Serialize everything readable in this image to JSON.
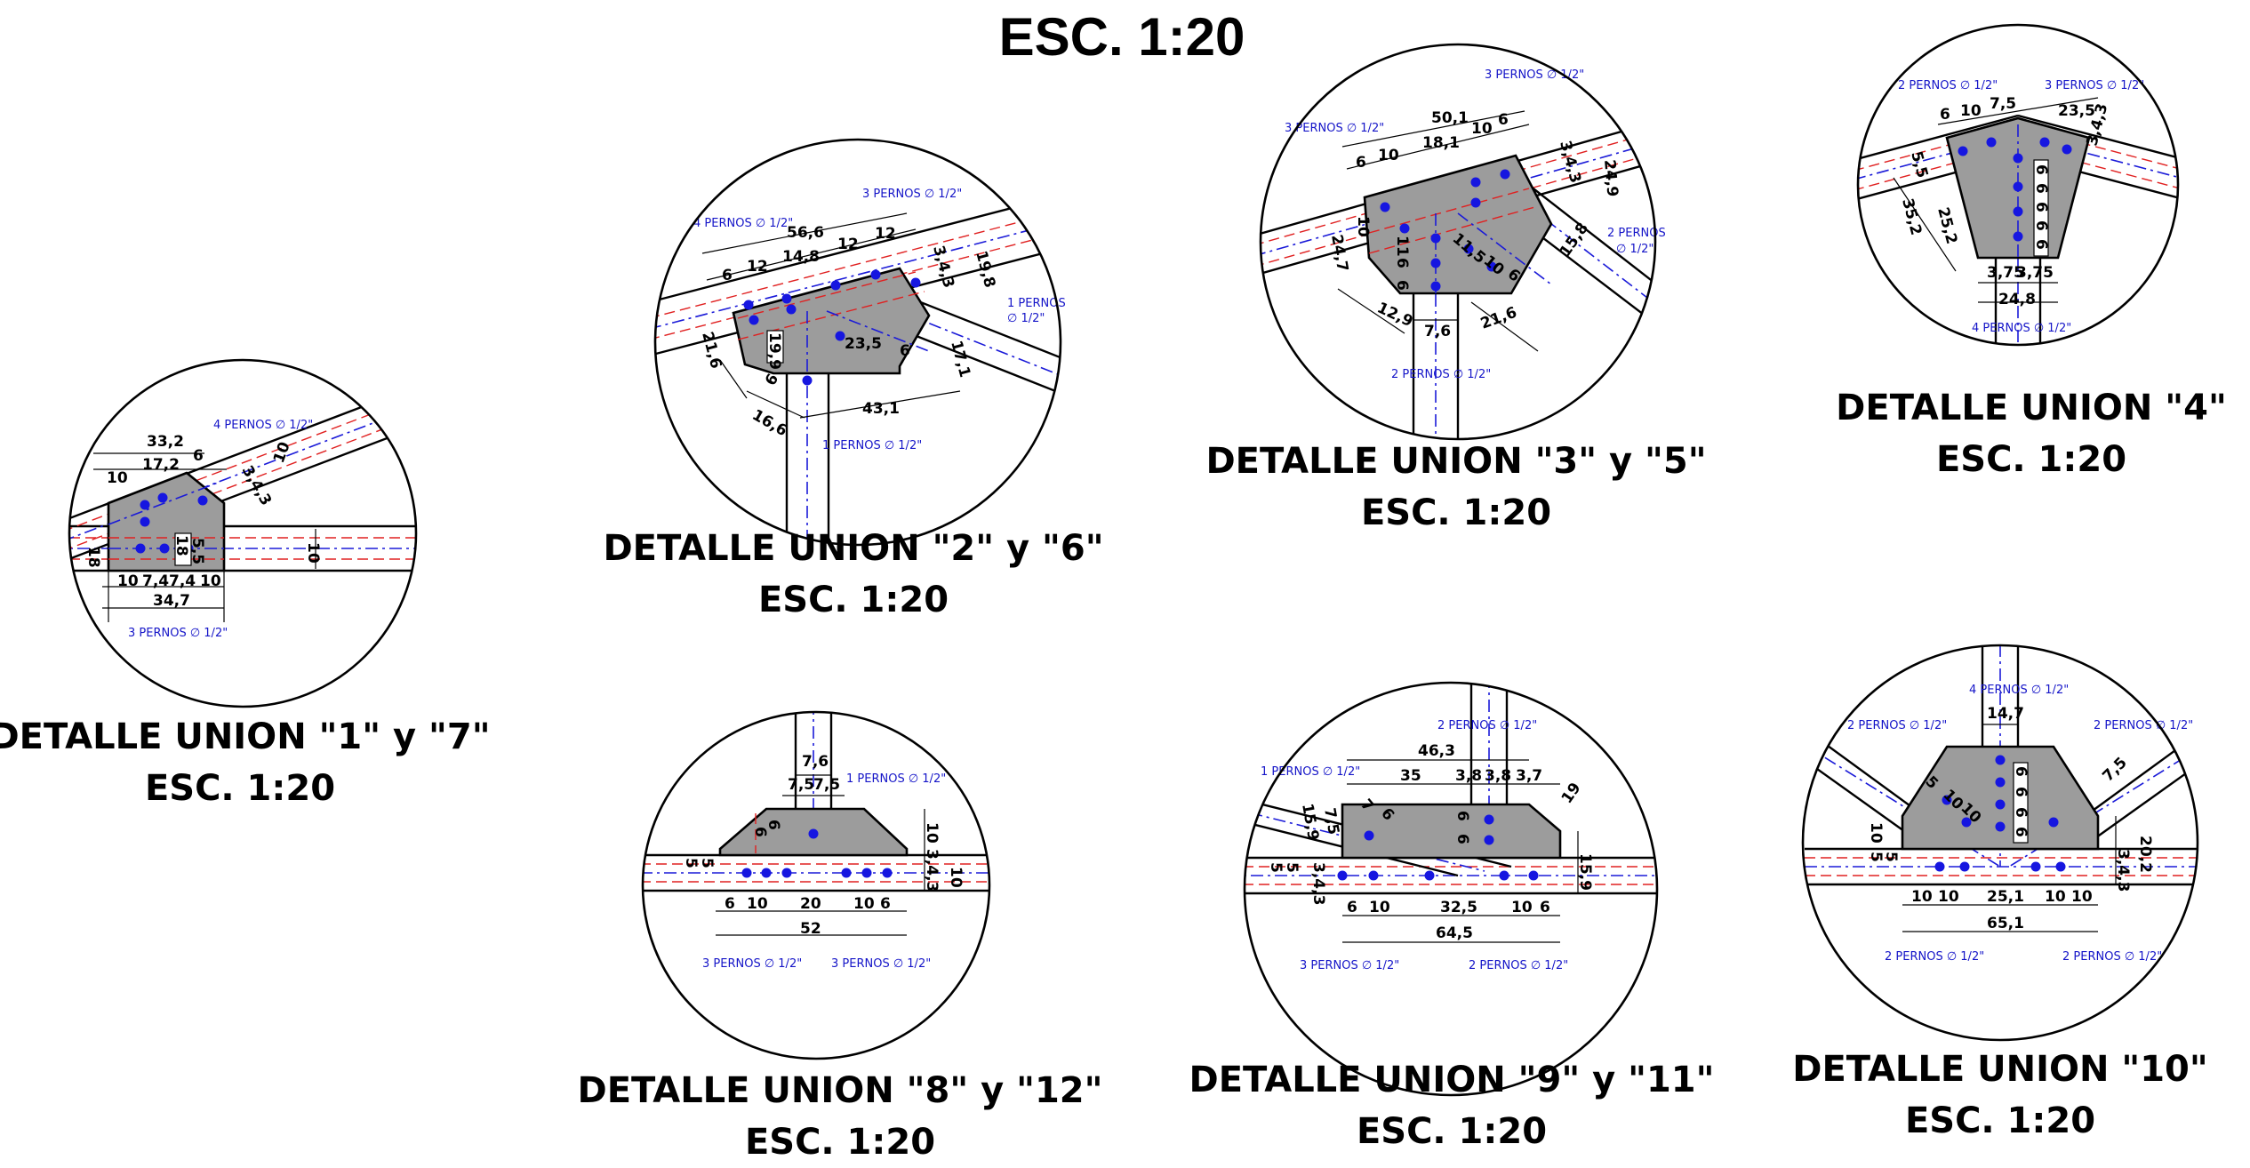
{
  "sheet": {
    "title": "ESC. 1:20"
  },
  "details": {
    "d1": {
      "caption1": "DETALLE UNION \"1\" y \"7\"",
      "caption2": "ESC. 1:20",
      "dims": [
        "33,2",
        "10",
        "17,2",
        "6",
        "3,4,3",
        "10",
        "18",
        "18",
        "5,5",
        "10",
        "7,4",
        "7,4",
        "10",
        "34,7",
        "10"
      ],
      "notes": [
        "4 PERNOS ∅ 1/2\"",
        "3 PERNOS ∅ 1/2\""
      ]
    },
    "d2": {
      "caption1": "DETALLE UNION \"2\" y \"6\"",
      "caption2": "ESC. 1:20",
      "dims": [
        "56,6",
        "6",
        "12",
        "14,8",
        "12",
        "12",
        "3,4,3",
        "19,8",
        "21,6",
        "19,9",
        "23,5",
        "6",
        "17,1",
        "6",
        "16,6",
        "43,1"
      ],
      "notes": [
        "4 PERNOS ∅ 1/2\"",
        "3 PERNOS ∅ 1/2\"",
        "1 PERNOS",
        "∅ 1/2\"",
        "1 PERNOS ∅ 1/2\""
      ]
    },
    "d3": {
      "caption1": "DETALLE UNION \"3\" y \"5\"",
      "caption2": "ESC. 1:20",
      "dims": [
        "50,1",
        "6",
        "10",
        "18,1",
        "10",
        "6",
        "3,4,3",
        "24,9",
        "10",
        "24,7",
        "11",
        "6",
        "6",
        "11,5",
        "10",
        "6",
        "15,8",
        "12,9",
        "7,6",
        "21,6"
      ],
      "notes": [
        "3 PERNOS ∅ 1/2\"",
        "3 PERNOS ∅ 1/2\"",
        "2 PERNOS",
        "∅ 1/2\"",
        "2 PERNOS ∅ 1/2\""
      ]
    },
    "d4": {
      "caption1": "DETALLE UNION \"4\"",
      "caption2": "ESC. 1:20",
      "dims": [
        "6",
        "10",
        "7,5",
        "23,5",
        "5,5",
        "3,4,3",
        "35,2",
        "25,2",
        "6",
        "6",
        "6",
        "6",
        "6",
        "3,75",
        "3,75",
        "24,8"
      ],
      "notes": [
        "2 PERNOS ∅ 1/2\"",
        "3 PERNOS ∅ 1/2\"",
        "4 PERNOS ∅ 1/2\""
      ]
    },
    "d8": {
      "caption1": "DETALLE UNION \"8\" y \"12\"",
      "caption2": "ESC. 1:20",
      "dims": [
        "7,6",
        "7,5",
        "7,5",
        "6",
        "6",
        "10",
        "5",
        "5",
        "3,4,3",
        "10",
        "6",
        "10",
        "20",
        "10",
        "6",
        "52"
      ],
      "notes": [
        "1 PERNOS ∅ 1/2\"",
        "3 PERNOS ∅ 1/2\"",
        "3 PERNOS ∅ 1/2\""
      ]
    },
    "d9": {
      "caption1": "DETALLE UNION \"9\" y \"11\"",
      "caption2": "ESC. 1:20",
      "dims": [
        "46,3",
        "35",
        "3,8",
        "3,8",
        "3,7",
        "19",
        "15,9",
        "7,5",
        "7",
        "6",
        "6",
        "6",
        "5",
        "5",
        "3,4,3",
        "15,9",
        "6",
        "10",
        "32,5",
        "10",
        "6",
        "64,5"
      ],
      "notes": [
        "1 PERNOS ∅ 1/2\"",
        "2 PERNOS ∅ 1/2\"",
        "3 PERNOS ∅ 1/2\"",
        "2 PERNOS ∅ 1/2\""
      ]
    },
    "d10": {
      "caption1": "DETALLE UNION \"10\"",
      "caption2": "ESC. 1:20",
      "dims": [
        "14,7",
        "6",
        "6",
        "6",
        "6",
        "5",
        "10",
        "10",
        "7,5",
        "10",
        "5",
        "5",
        "3,4,3",
        "20,2",
        "10",
        "10",
        "25,1",
        "10",
        "10",
        "65,1"
      ],
      "notes": [
        "4 PERNOS ∅ 1/2\"",
        "2 PERNOS ∅ 1/2\"",
        "2 PERNOS ∅ 1/2\"",
        "2 PERNOS ∅ 1/2\"",
        "2 PERNOS ∅ 1/2\""
      ]
    }
  }
}
